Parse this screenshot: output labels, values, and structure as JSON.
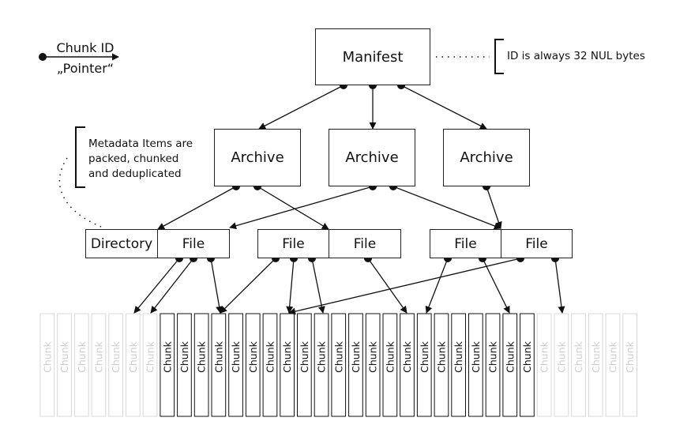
{
  "legend": {
    "title": "Chunk ID",
    "subtitle": "„Pointer“"
  },
  "manifest": {
    "label": "Manifest",
    "note": "ID is always 32 NUL bytes"
  },
  "archives": [
    "Archive",
    "Archive",
    "Archive"
  ],
  "metadata_note": {
    "lines": [
      "Metadata Items are",
      "packed, chunked",
      "and deduplicated"
    ]
  },
  "items": {
    "directory": "Directory",
    "file": "File"
  },
  "chunk_label": "Chunk",
  "colors": {
    "line": "#111111",
    "faded": "#d8d8d8",
    "faded_text": "#cfcfcf"
  }
}
